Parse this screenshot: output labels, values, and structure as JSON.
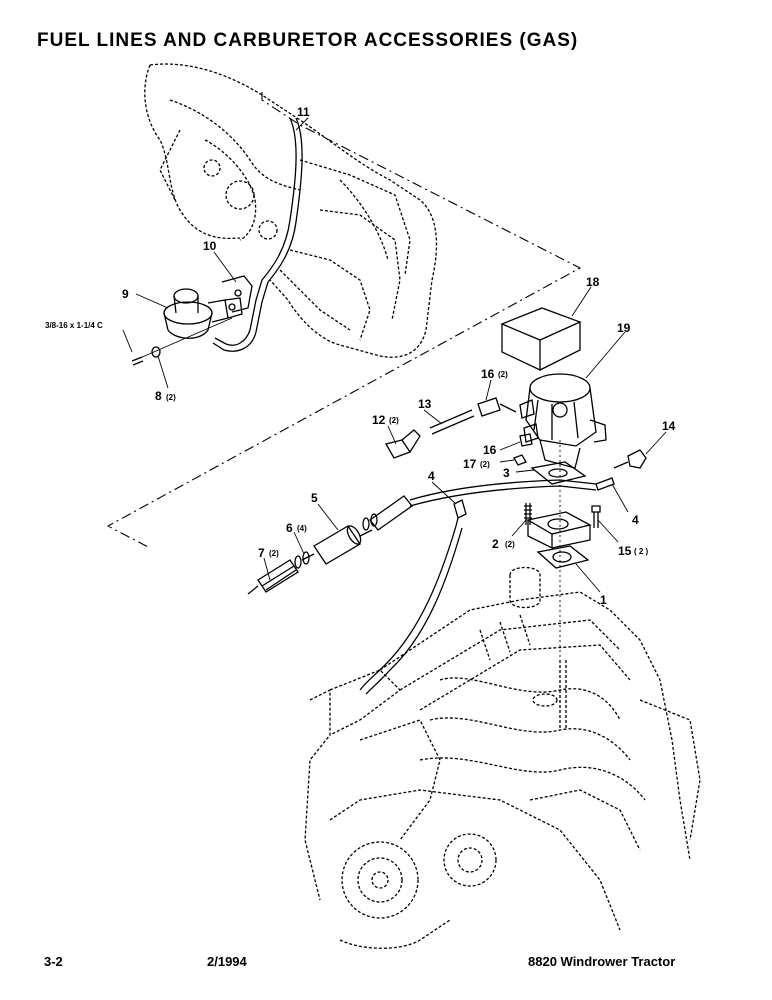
{
  "title": "FUEL LINES AND CARBURETOR ACCESSORIES (GAS)",
  "footer": {
    "page": "3-2",
    "date": "2/1994",
    "model": "8820 Windrower Tractor"
  },
  "bolt_spec": "3/8-16 x 1-1/4 C",
  "callouts": {
    "c1": "1",
    "c2": "2",
    "c2_qty": "(2)",
    "c3": "3",
    "c4a": "4",
    "c4b": "4",
    "c5": "5",
    "c6": "6",
    "c6_qty": "(4)",
    "c7": "7",
    "c7_qty": "(2)",
    "c8": "8",
    "c8_qty": "(2)",
    "c9": "9",
    "c10": "10",
    "c11": "11",
    "c12": "12",
    "c12_qty": "(2)",
    "c13": "13",
    "c14": "14",
    "c15": "15",
    "c15_qty": "( 2 )",
    "c16a": "16",
    "c16a_qty": "(2)",
    "c16b": "16",
    "c17": "17",
    "c17_qty": "(2)",
    "c18": "18",
    "c19": "19"
  }
}
